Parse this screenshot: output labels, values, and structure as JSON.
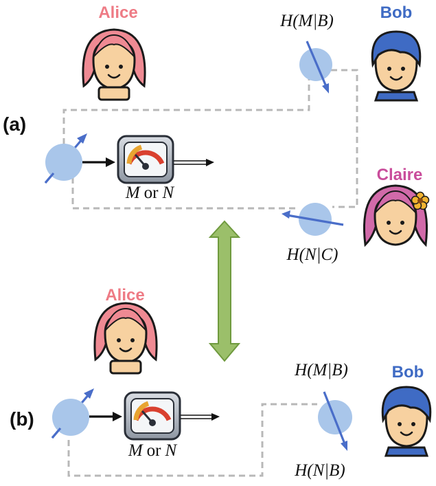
{
  "panels": {
    "a": "(a)",
    "b": "(b)"
  },
  "parties": {
    "alice": {
      "name": "Alice",
      "color": "#ee7b85"
    },
    "bob": {
      "name": "Bob",
      "color": "#3f6bc4"
    },
    "claire": {
      "name": "Claire",
      "color": "#c94d9b"
    }
  },
  "labels": {
    "a_bob_entropy": "H(M|B)",
    "a_claire_entropy": "H(N|C)",
    "b_entropy_top": "H(M|B)",
    "b_entropy_bottom": "H(N|B)",
    "measure_m": "M",
    "measure_or": "or",
    "measure_n": "N"
  },
  "colors": {
    "qubit": "#a9c6ea",
    "spin_arrow": "#4a6ec9",
    "path": "#b8b8b8",
    "double_arrow": "#9bbf6a",
    "skin": "#f7d1a0",
    "alice_hair": "#ef8a93",
    "bob_hair": "#3f6bc4",
    "claire_hair": "#d16aa9"
  },
  "icons": {
    "gauge": "gauge-icon",
    "double_arrow": "double-headed-arrow-icon"
  }
}
